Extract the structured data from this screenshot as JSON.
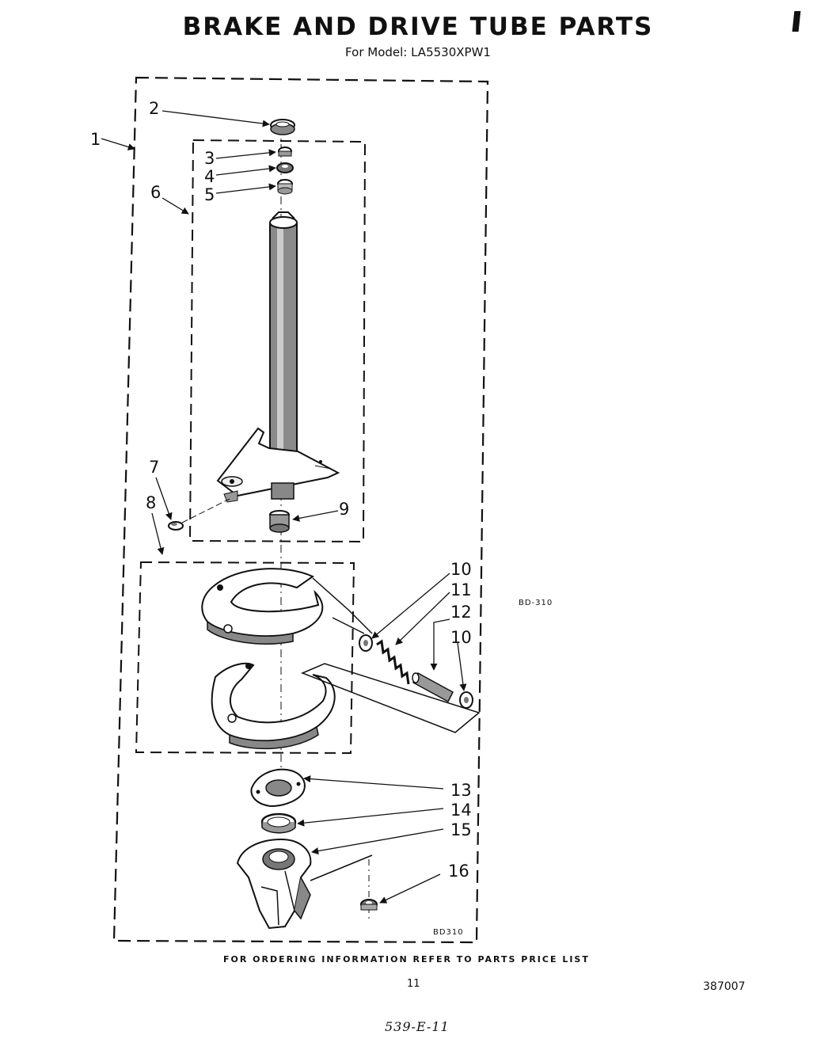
{
  "header": {
    "title": "BRAKE AND DRIVE TUBE PARTS",
    "subtitle": "For Model: LA5530XPW1"
  },
  "callouts": {
    "c1": "1",
    "c2": "2",
    "c3": "3",
    "c4": "4",
    "c5": "5",
    "c6": "6",
    "c7": "7",
    "c8": "8",
    "c9": "9",
    "c10a": "10",
    "c11": "11",
    "c12": "12",
    "c10b": "10",
    "c13": "13",
    "c14": "14",
    "c15": "15",
    "c16": "16"
  },
  "codes": {
    "side_code": "BD-310",
    "box_code": "BD310"
  },
  "footer": {
    "ordering_note": "FOR ORDERING INFORMATION REFER TO PARTS PRICE LIST",
    "page_number": "11",
    "document_number": "387007",
    "handwritten_note": "539-E-11"
  }
}
